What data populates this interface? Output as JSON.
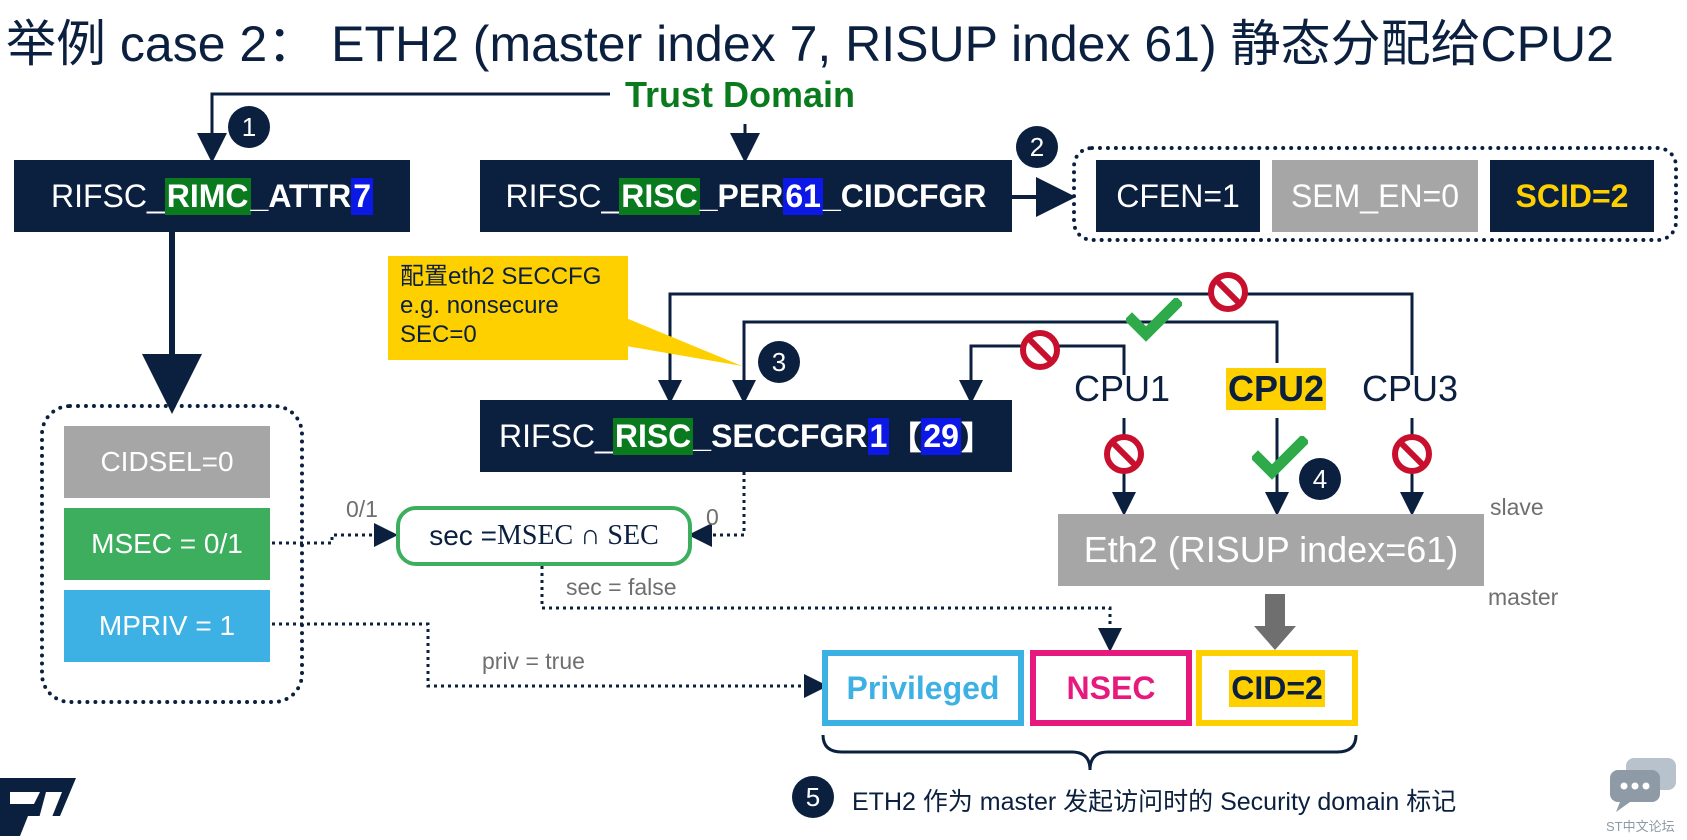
{
  "title": "举例 case 2：  ETH2 (master index 7, RISUP index 61) 静态分配给CPU2",
  "trust_domain": "Trust Domain",
  "step_numbers": [
    "1",
    "2",
    "3",
    "4",
    "5"
  ],
  "rimc_box": {
    "prefix": "RIFSC_",
    "hl1": "RIMC",
    "mid": "_ATTR",
    "hl2": "7"
  },
  "risc_per_box": {
    "prefix": "RIFSC_",
    "hl1": "RISC",
    "mid": "_PER",
    "hl2": "61",
    "suffix": "_CIDCFGR"
  },
  "cid_config": {
    "cfen": "CFEN=1",
    "sem_en": "SEM_EN=0",
    "scid": "SCID=2"
  },
  "callout": {
    "line1": "配置eth2 SECCFG",
    "line2": "e.g. nonsecure",
    "line3": "SEC=0"
  },
  "seccfgr_box": {
    "prefix": "RIFSC_",
    "hl1": "RISC",
    "mid": "_SECCFGR",
    "hl2": "1",
    "br_open": "【",
    "hl3": "29",
    "br_close": "】"
  },
  "attr_fields": {
    "cidsel": "CIDSEL=0",
    "msec": "MSEC = 0/1",
    "mpriv": "MPRIV = 1"
  },
  "sec_formula": {
    "left": "sec =",
    "right": "MSEC ∩ SEC"
  },
  "labels": {
    "msec_in": "0/1",
    "sec_in": "0",
    "sec_false": "sec = false",
    "priv_true": "priv = true",
    "slave": "slave",
    "master": "master"
  },
  "cpus": [
    "CPU1",
    "CPU2",
    "CPU3"
  ],
  "eth2_box": "Eth2 (RISUP index=61)",
  "security_tags": {
    "privileged": "Privileged",
    "nsec": "NSEC",
    "cid": "CID=2"
  },
  "footnote": "ETH2 作为 master 发起访问时的 Security domain 标记",
  "forum_label": "ST中文论坛",
  "colors": {
    "navy": "#0b1f3f",
    "green": "#0a7a1e",
    "blue_hl": "#0b18e6",
    "yellow": "#ffd000",
    "gray": "#a6a6a6",
    "msec_green": "#3dae5e",
    "mpriv_blue": "#3db1e3",
    "privileged": "#3db1e3",
    "nsec": "#e6197e",
    "cid": "#ffd000",
    "deny": "#c8102e",
    "allow": "#2eaa4a"
  }
}
